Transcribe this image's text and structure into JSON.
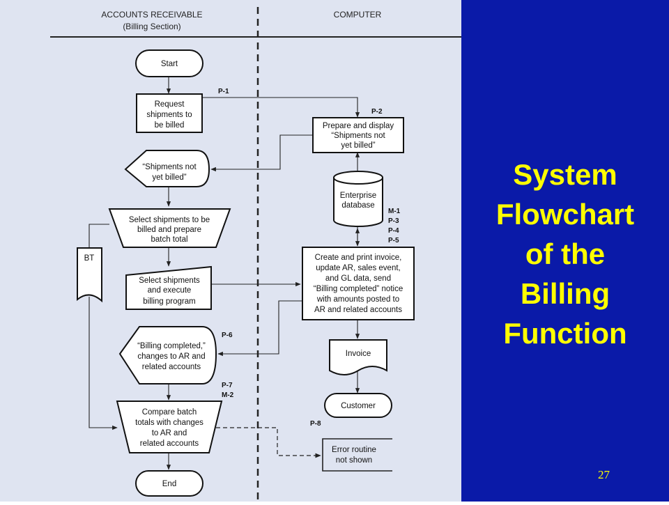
{
  "slide": {
    "title_lines": [
      "System",
      "Flowchart",
      "of the",
      "Billing",
      "Function"
    ],
    "page_number": "27"
  },
  "columns": {
    "left": {
      "title": "ACCOUNTS RECEIVABLE",
      "subtitle": "(Billing Section)"
    },
    "right": {
      "title": "COMPUTER"
    }
  },
  "nodes": {
    "start": "Start",
    "request": [
      "Request",
      "shipments to",
      "be billed"
    ],
    "prepare_display": [
      "Prepare and display",
      "“Shipments not",
      "yet billed”"
    ],
    "shipments_not_billed": [
      "“Shipments not",
      "yet billed”"
    ],
    "database": [
      "Enterprise",
      "database"
    ],
    "select_batch": [
      "Select shipments to be",
      "billed and prepare",
      "batch total"
    ],
    "bt": "BT",
    "select_execute": [
      "Select shipments",
      "and execute",
      "billing program"
    ],
    "create_print": [
      "Create and print invoice,",
      "update AR, sales event,",
      "and GL data, send",
      "“Billing completed” notice",
      "with amounts posted to",
      "AR and related accounts"
    ],
    "billing_completed": [
      "“Billing completed,”",
      "changes to AR and",
      "related accounts"
    ],
    "invoice": "Invoice",
    "customer": "Customer",
    "compare": [
      "Compare batch",
      "totals with changes",
      "to AR and",
      "related accounts"
    ],
    "error": [
      "Error routine",
      "not shown"
    ],
    "end": "End"
  },
  "refs": {
    "p1": "P-1",
    "p2": "P-2",
    "m1": "M-1",
    "p3": "P-3",
    "p4": "P-4",
    "p5": "P-5",
    "p6": "P-6",
    "p7": "P-7",
    "m2": "M-2",
    "p8": "P-8"
  }
}
